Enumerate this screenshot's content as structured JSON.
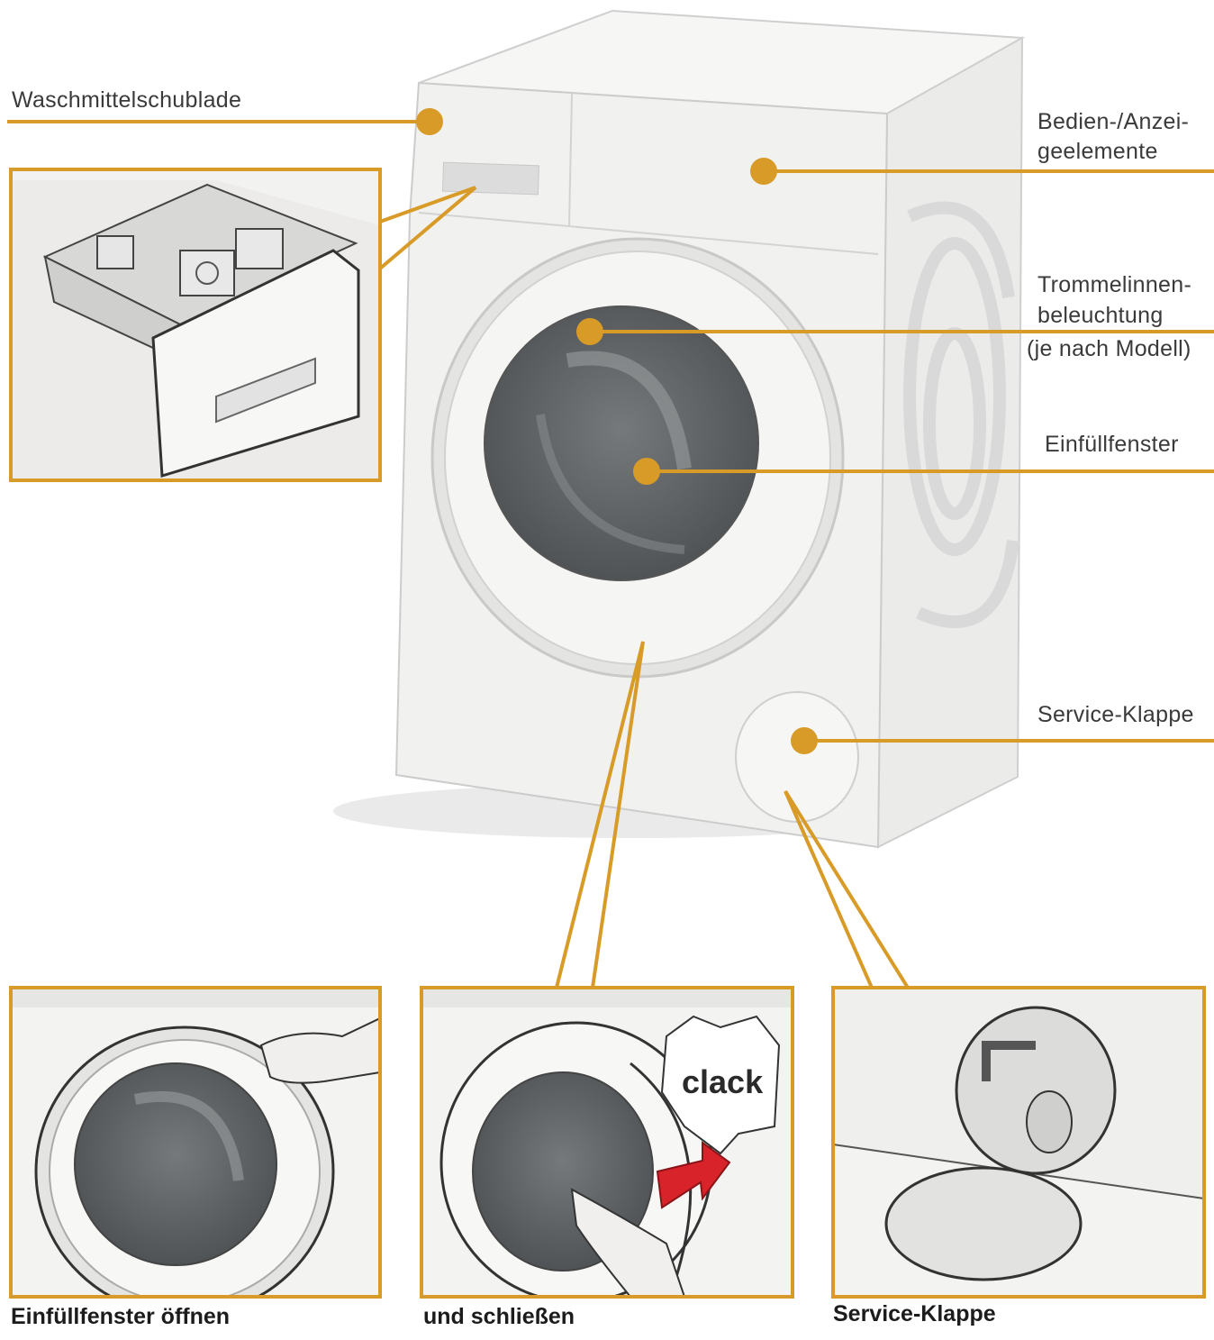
{
  "colors": {
    "accent": "#d89b28",
    "machine_body": "#f3f3f1",
    "glass": "#6e7173",
    "arrow": "#d8232a"
  },
  "labels": {
    "drawer": "Waschmittelschublade",
    "controls_line1": "Bedien-/Anzei-",
    "controls_line2": "geelemente",
    "drum_light_line1": "Trommelinnen-",
    "drum_light_line2": "beleuchtung",
    "drum_light_line3": "(je nach Modell)",
    "door": "Einfüllfenster",
    "service_flap": "Service-Klappe"
  },
  "panels": {
    "open_caption": "Einfüllfenster öffnen",
    "close_caption": "und schließen",
    "close_sound": "clack",
    "service_caption": "Service-Klappe"
  }
}
